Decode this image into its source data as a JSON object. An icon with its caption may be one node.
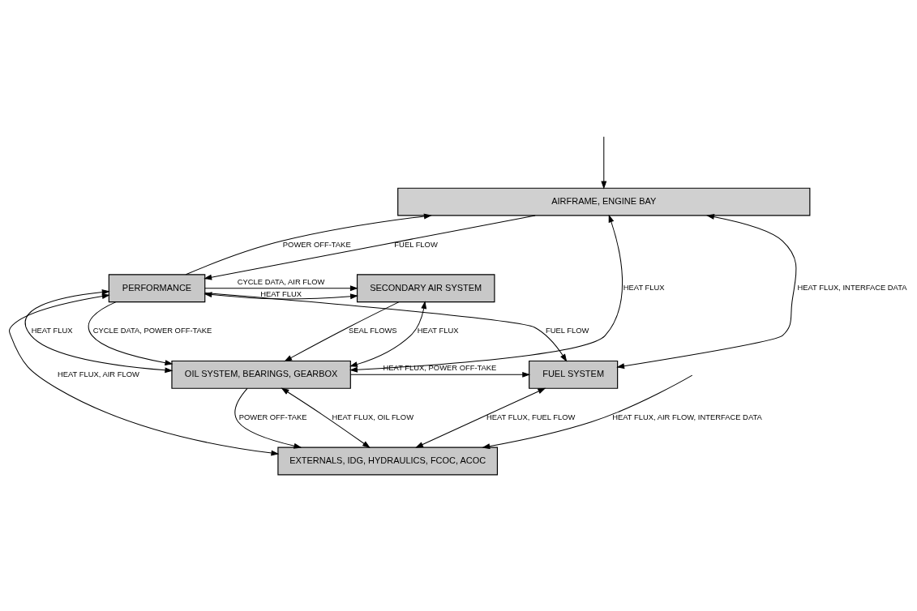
{
  "diagram": {
    "nodes": [
      {
        "text": [
          "AIRFRAME, ENGINE BAY"
        ]
      },
      {
        "text": [
          "PERFORMANCE"
        ]
      },
      {
        "text": [
          "SECONDARY AIR SYSTEM"
        ]
      },
      {
        "text": [
          "FUEL SYSTEM"
        ]
      },
      {
        "text": [
          "OIL SYSTEM, BEARINGS, GEARBOX"
        ]
      },
      {
        "text": [
          "EXTERNALS, IDG, HYDRAULICS, FCOC, ACOC"
        ]
      }
    ],
    "edges": [
      {
        "from": 0,
        "to": 1,
        "arrow": "to",
        "label": "FUEL FLOW"
      },
      {
        "from": 1,
        "to": 0,
        "arrow": "to",
        "label": "POWER OFF-TAKE"
      },
      {
        "from": 1,
        "to": 2,
        "arrow": "to",
        "label": "CYCLE DATA, AIR FLOW"
      },
      {
        "from": 1,
        "to": 2,
        "arrow": "both",
        "label": "HEAT FLUX"
      },
      {
        "from": 1,
        "to": 4,
        "arrow": "to",
        "label": "CYCLE DATA, POWER OFF-TAKE"
      },
      {
        "from": 1,
        "to": 3,
        "arrow": "to",
        "label": "FUEL FLOW"
      },
      {
        "from": 1,
        "to": 4,
        "arrow": "both",
        "label": "HEAT FLUX"
      },
      {
        "from": 2,
        "to": 4,
        "arrow": "to",
        "label": "SEAL FLOWS"
      },
      {
        "from": 2,
        "to": 4,
        "arrow": "both",
        "label": "HEAT FLUX"
      },
      {
        "from": 4,
        "to": 0,
        "arrow": "both",
        "label": "HEAT FLUX"
      },
      {
        "from": 4,
        "to": 3,
        "arrow": "to",
        "label": "HEAT FLUX, POWER OFF-TAKE"
      },
      {
        "from": 4,
        "to": 5,
        "arrow": "to",
        "label": "POWER OFF-TAKE"
      },
      {
        "from": 3,
        "to": 5,
        "arrow": "both",
        "label": "HEAT FLUX, FUEL FLOW"
      },
      {
        "from": 4,
        "to": 5,
        "arrow": "both",
        "label": "HEAT FLUX, OIL FLOW"
      },
      {
        "from": 1,
        "to": 5,
        "arrow": "both",
        "label": "HEAT FLUX, AIR FLOW"
      },
      {
        "from": 0,
        "to": 3,
        "arrow": "both",
        "label": "HEAT FLUX, INTERFACE DATA"
      },
      {
        "from": null,
        "to": 0,
        "arrow": "to"
      },
      {
        "from": null,
        "to": 5,
        "arrow": "to",
        "label": "HEAT FLUX, AIR FLOW, INTERFACE DATA"
      }
    ]
  }
}
